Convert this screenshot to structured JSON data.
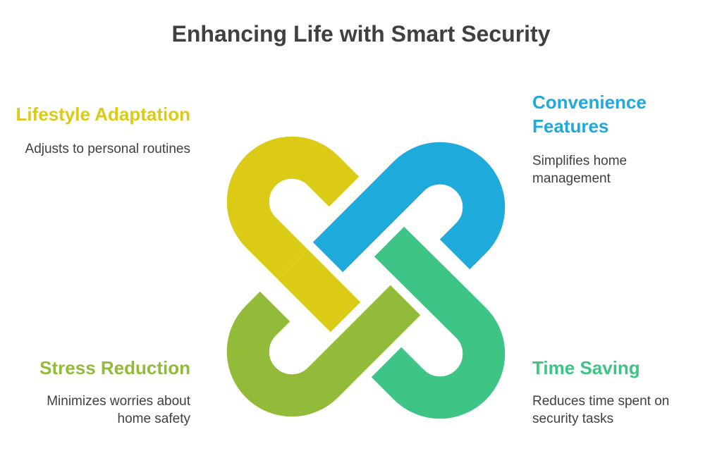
{
  "title": "Enhancing Life with Smart Security",
  "colors": {
    "yellow": "#DCCB16",
    "blue": "#1FAADC",
    "green": "#3EC484",
    "olive": "#93BB3A",
    "text": "#404040"
  },
  "items": [
    {
      "id": "lifestyle",
      "heading": "Lifestyle Adaptation",
      "description": "Adjusts to personal routines",
      "color": "#DCCB16"
    },
    {
      "id": "convenience",
      "heading": "Convenience Features",
      "description": "Simplifies home management",
      "color": "#1FAADC"
    },
    {
      "id": "stress",
      "heading": "Stress Reduction",
      "description": "Minimizes worries about home safety",
      "color": "#93BB3A"
    },
    {
      "id": "time",
      "heading": "Time Saving",
      "description": "Reduces time spent on security tasks",
      "color": "#3EC484"
    }
  ]
}
